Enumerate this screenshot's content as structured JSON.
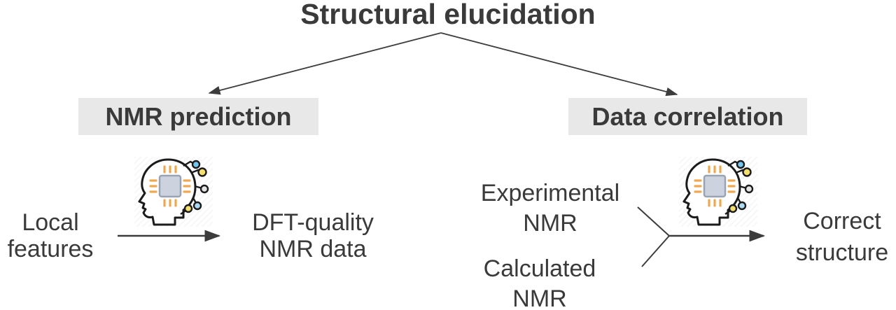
{
  "title": "Structural elucidation",
  "branches": {
    "left": {
      "label": "NMR prediction",
      "input": "Local\nfeatures",
      "output": "DFT-quality\nNMR data"
    },
    "right": {
      "label": "Data correlation",
      "inputs": [
        "Experimental\nNMR",
        "Calculated\nNMR"
      ],
      "output": "Correct\nstructure"
    }
  },
  "icons": {
    "ai_head": "ai-head-chip-icon"
  },
  "colors": {
    "text": "#3a3a3a",
    "line": "#3c3c3c",
    "label_box_bg": "#e8e8e8",
    "icon_outline": "#1b1b1b",
    "chip_fill": "#ccd3de",
    "chip_border": "#98a3b4",
    "chip_pin_orange": "#f0a850",
    "node_blue": "#74c6ef",
    "node_yellow": "#f4de6e",
    "node_gray": "#e4e4e4",
    "node_light_blue": "#abdaf2"
  }
}
